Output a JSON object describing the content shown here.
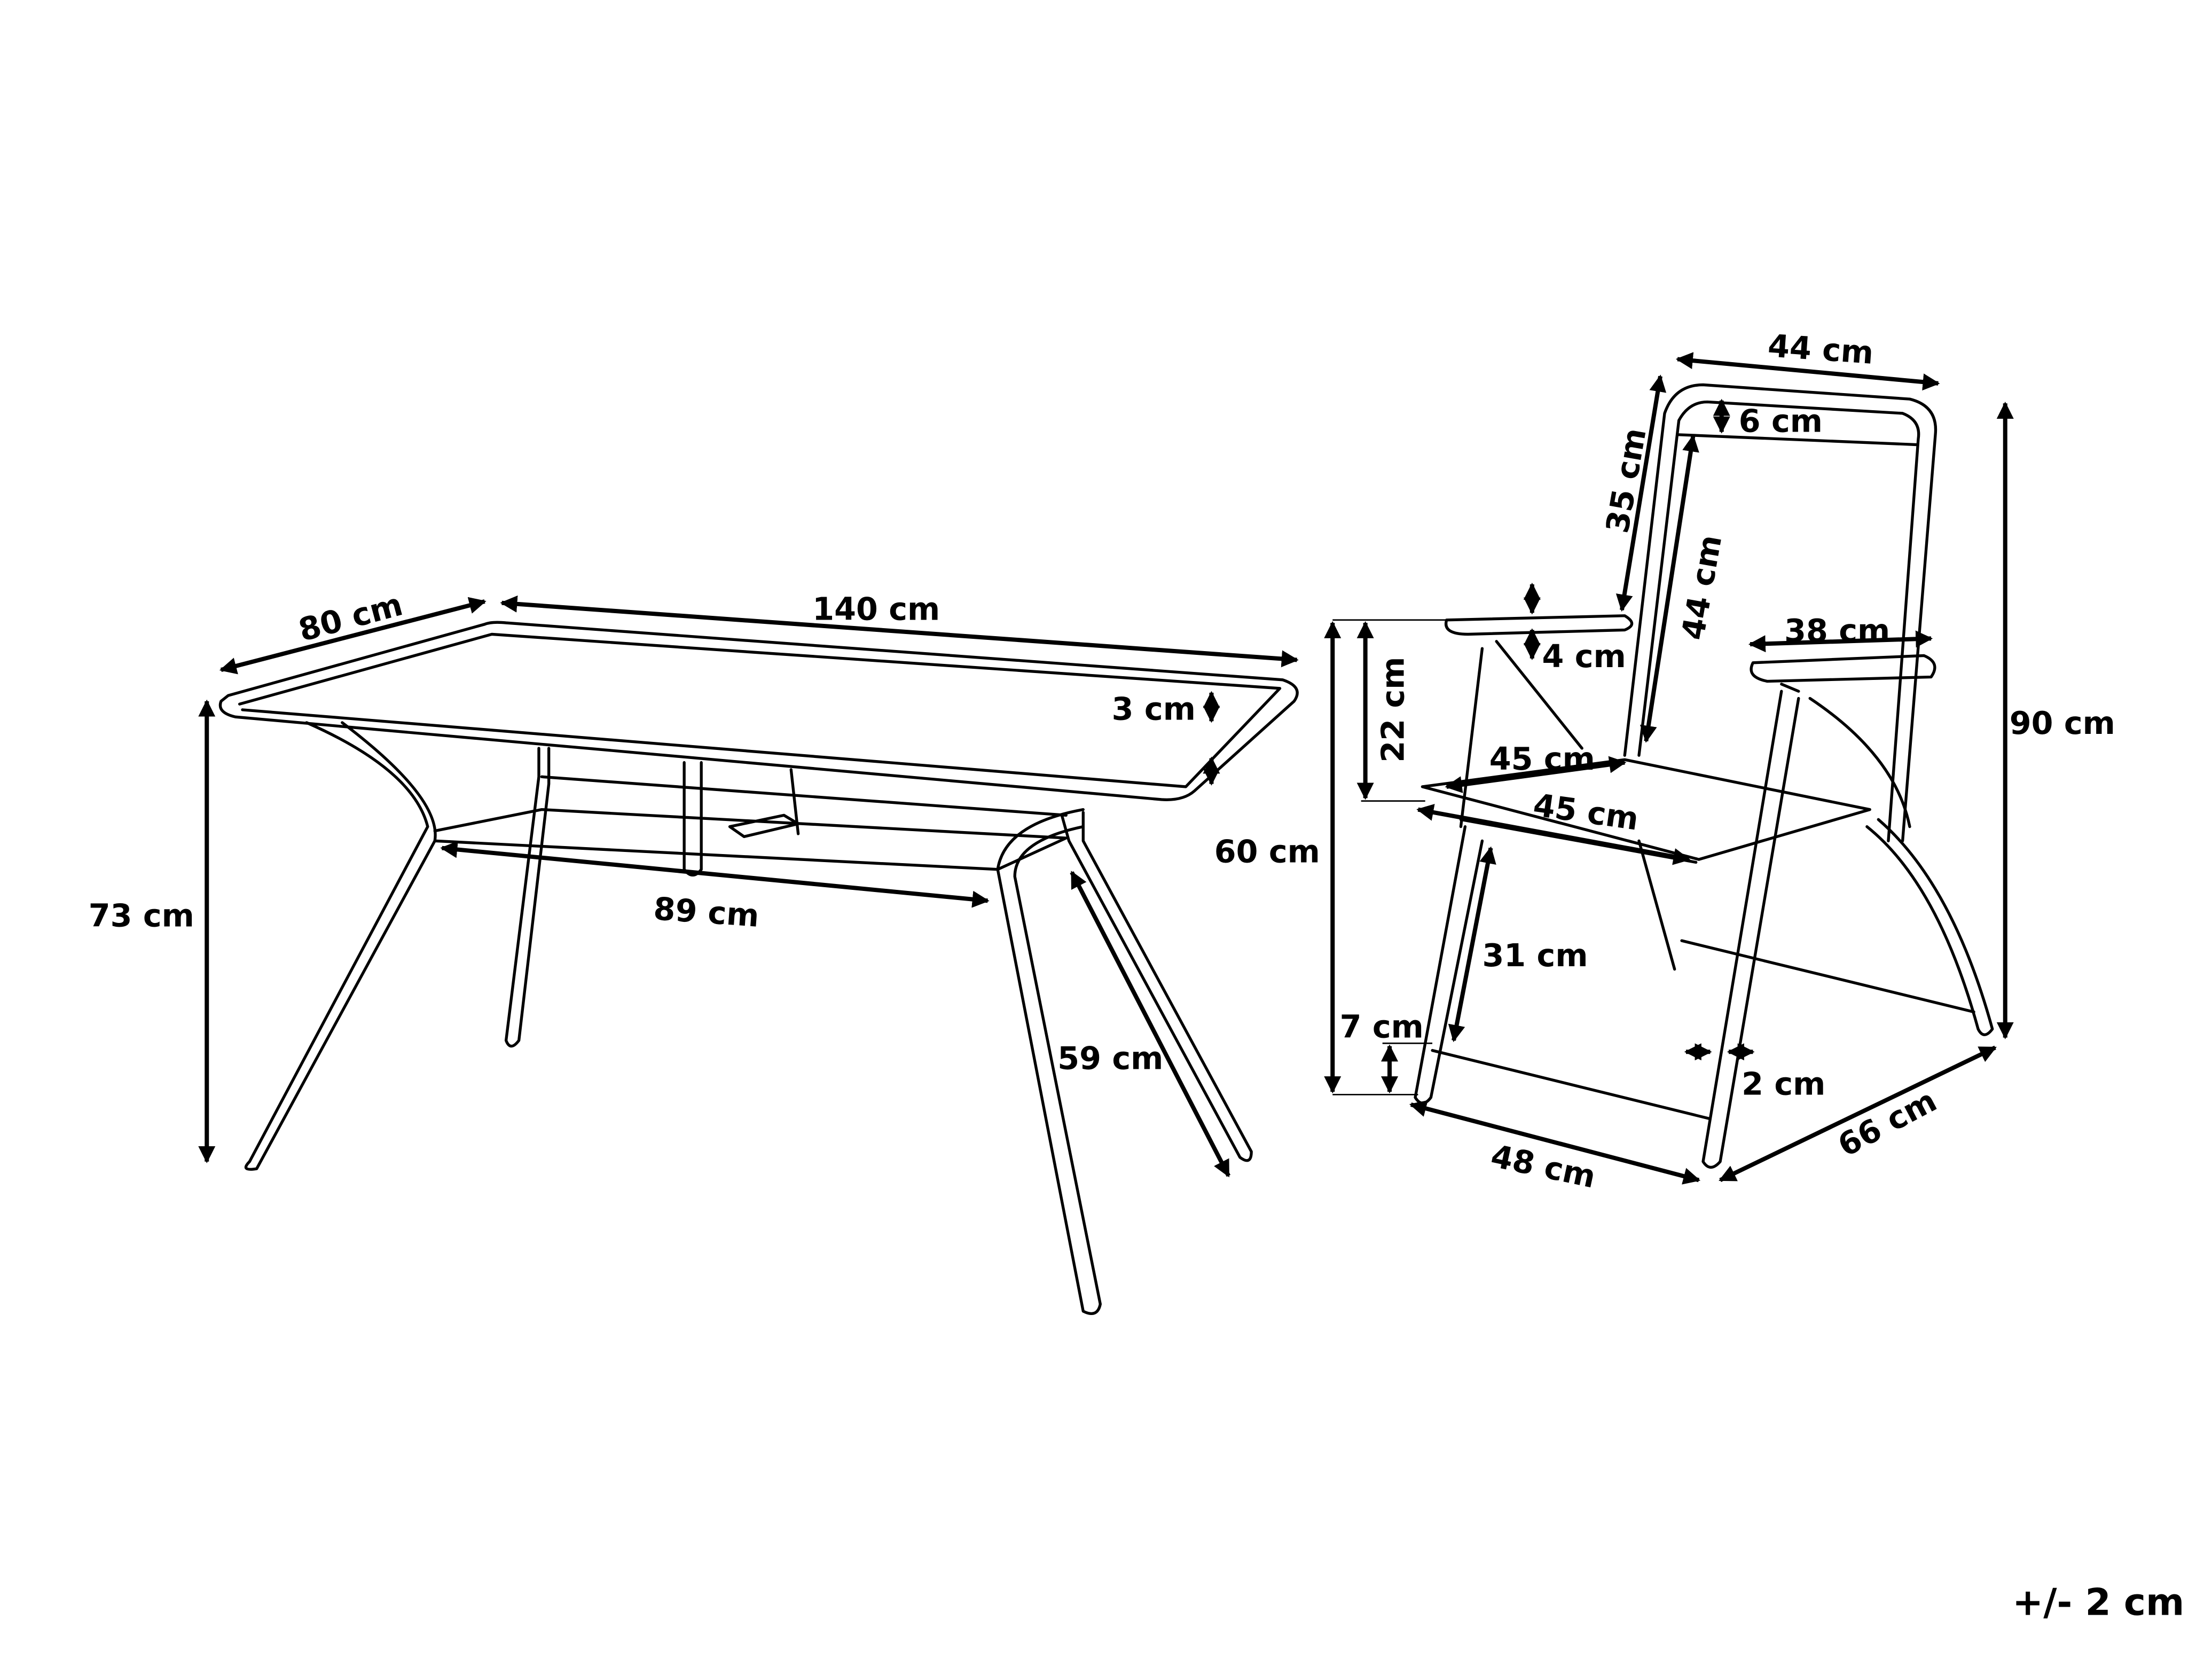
{
  "table": {
    "width_label": "80 cm",
    "length_label": "140 cm",
    "top_thickness_label": "3 cm",
    "height_label": "73 cm",
    "stretcher_label": "89 cm",
    "leg_label": "59 cm"
  },
  "chair": {
    "back_width_label": "44 cm",
    "back_top_label": "6 cm",
    "back_outer_label": "35 cm",
    "back_inner_label": "44 cm",
    "armrest_thickness_label": "4 cm",
    "armrest_length_label": "38 cm",
    "arm_height_label": "22 cm",
    "total_height_label": "90 cm",
    "seat_depth_back_label": "45 cm",
    "seat_depth_label": "45 cm",
    "seat_height_label": "60 cm",
    "leg_span_label": "31 cm",
    "foot_label": "7 cm",
    "tube_label": "2 cm",
    "front_width_label": "48 cm",
    "depth_label": "66 cm"
  },
  "footer": {
    "tolerance_label": "+/- 2 cm"
  }
}
